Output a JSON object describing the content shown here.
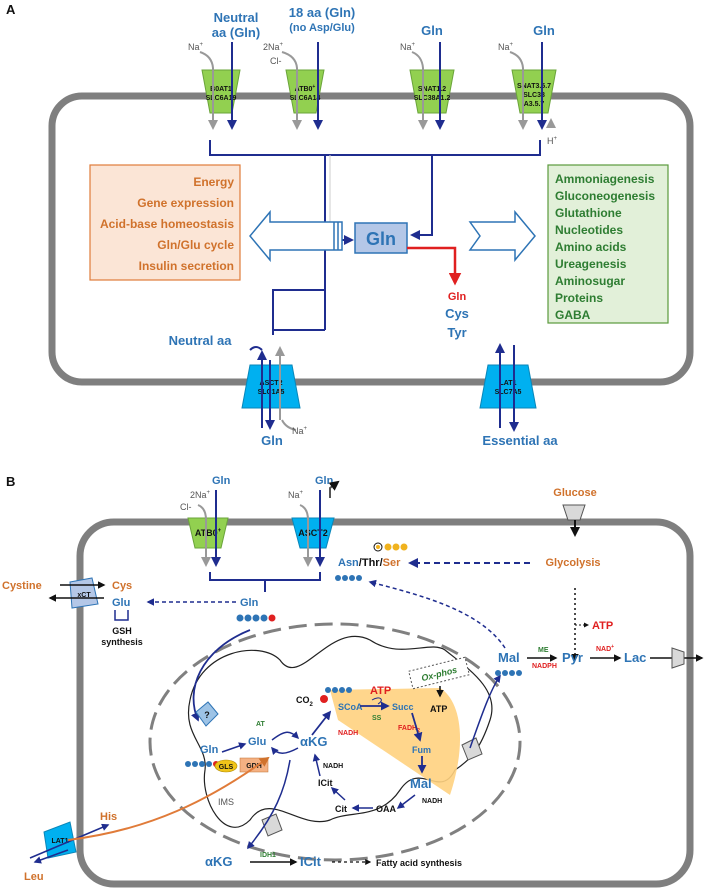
{
  "panelA": {
    "label": "A",
    "top": {
      "neutral_aa": "Neutral",
      "neutral_aa2": "aa (Gln)",
      "aa18": "18 aa (Gln)",
      "aa18sub": "(no Asp/Glu)",
      "gln1": "Gln",
      "gln2": "Gln"
    },
    "ions": {
      "na": "Na",
      "two_na": "2Na",
      "cl": "Cl-",
      "h": "H",
      "plus": "+"
    },
    "transporters": {
      "b0at1_a": "B0AT1",
      "b0at1_b": "SLC6A19",
      "atb0_a": "ATB0",
      "atb0_b": "SLC6A14",
      "snat12_a": "SNAT1.2",
      "snat12_b": "SLC38A1.2",
      "snat357_a": "SNAT3.5.7",
      "snat357_b": "SLC38",
      "snat357_c": "A3.5.7",
      "asct2_a": "ASCT2",
      "asct2_b": "SLC1A5",
      "lat1_a": "LAT1",
      "lat1_b": "SLC7A5"
    },
    "center": "Gln",
    "left_box": [
      "Energy",
      "Gene expression",
      "Acid-base homeostasis",
      "Gln/Glu cycle",
      "Insulin secretion"
    ],
    "right_box": [
      "Ammoniagenesis",
      "Gluconeogenesis",
      "Glutathione",
      "Nucleotides",
      "Amino acids",
      "Ureagenesis",
      "Aminosugar",
      "Proteins",
      "GABA"
    ],
    "exchange": {
      "gln": "Gln",
      "cys": "Cys",
      "tyr": "Tyr"
    },
    "bottom": {
      "neutral_aa": "Neutral aa",
      "gln": "Gln",
      "essential_aa": "Essential aa"
    }
  },
  "panelB": {
    "label": "B",
    "top": {
      "gln1": "Gln",
      "gln2": "Gln",
      "glucose": "Glucose"
    },
    "transporters": {
      "atb0": "ATB0",
      "asct2": "ASCT2",
      "xct": "xCT",
      "lat1": "LAT1"
    },
    "left": {
      "cystine": "Cystine",
      "cys": "Cys",
      "glu": "Glu",
      "gsh1": "GSH",
      "gsh2": "synthesis",
      "gln": "Gln"
    },
    "asn_thr_ser": {
      "asn": "Asn",
      "slash1": "/",
      "thr": "Thr",
      "slash2": "/",
      "ser": "Ser"
    },
    "glycolysis": "Glycolysis",
    "atp": "ATP",
    "mito": {
      "q": "?",
      "gln": "Gln",
      "gls": "GLS",
      "glu": "Glu",
      "at": "AT",
      "gdh": "GDH",
      "akg": "αKG",
      "co2": "CO",
      "two": "2",
      "nadh": "NADH",
      "scoa": "SCoA",
      "ss": "SS",
      "atp": "ATP",
      "succ": "Succ",
      "fadh": "FADH",
      "fum": "Fum",
      "mal": "Mal",
      "oaa": "OAA",
      "cit": "Cit",
      "icit": "ICit",
      "ims": "IMS",
      "oxphos": "Ox-phos",
      "atp2": "ATP"
    },
    "right": {
      "mal": "Mal",
      "me": "ME",
      "nadph": "NADPH",
      "pyr": "Pyr",
      "nad": "NAD",
      "lac": "Lac"
    },
    "bottom": {
      "his": "His",
      "leu": "Leu",
      "akg": "αKG",
      "idh1": "IDH1",
      "icit": "ICit",
      "fatty": "Fatty acid synthesis"
    }
  },
  "colors": {
    "blue": "#2e74b5",
    "navy": "#1f2d8f",
    "orange": "#d0722c",
    "green": "#2e7d32",
    "red": "#e02020",
    "grey": "#808080"
  }
}
